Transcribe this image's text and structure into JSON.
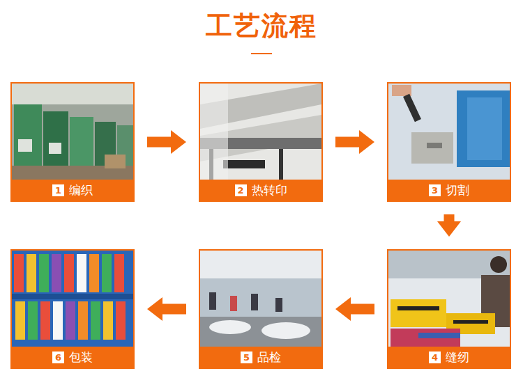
{
  "diagram": {
    "title": "工艺流程",
    "nodes": [
      {
        "text": [
          "1",
          "编织"
        ]
      },
      {
        "text": [
          "2",
          "热转印"
        ]
      },
      {
        "text": [
          "3",
          "切割"
        ]
      },
      {
        "text": [
          "4",
          "缝纫"
        ]
      },
      {
        "text": [
          "5",
          "品检"
        ]
      },
      {
        "text": [
          "6",
          "包装"
        ]
      }
    ],
    "edges": [
      {
        "from": 0,
        "to": 1,
        "arrow": "to"
      },
      {
        "from": 1,
        "to": 2,
        "arrow": "to"
      },
      {
        "from": 2,
        "to": 3,
        "arrow": "to"
      },
      {
        "from": 3,
        "to": 4,
        "arrow": "to"
      },
      {
        "from": 4,
        "to": 5,
        "arrow": "to"
      }
    ]
  }
}
